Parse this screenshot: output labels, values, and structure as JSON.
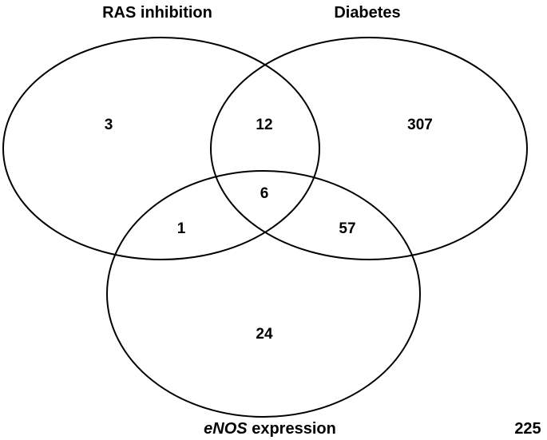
{
  "diagram": {
    "type": "venn",
    "sets": [
      {
        "id": "ras",
        "label": "RAS inhibition"
      },
      {
        "id": "diabetes",
        "label": "Diabetes"
      },
      {
        "id": "enos",
        "label_italic": "eNOS",
        "label_rest": " expression"
      }
    ],
    "regions": {
      "ras_only": "3",
      "ras_diabetes": "12",
      "diabetes_only": "307",
      "all_three": "6",
      "ras_enos": "1",
      "diabetes_enos": "57",
      "enos_only": "24"
    },
    "outside": "225"
  }
}
